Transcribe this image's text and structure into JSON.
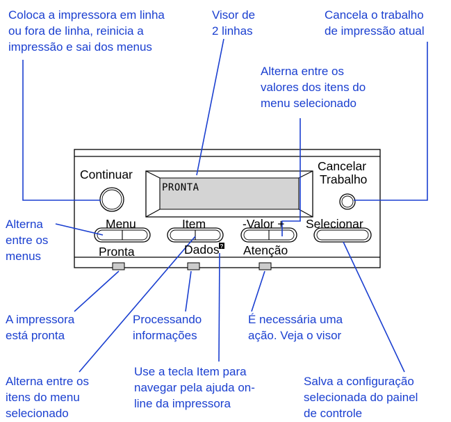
{
  "panel": {
    "display_text": "PRONTA",
    "buttons": {
      "continuar": "Continuar",
      "cancelar_line1": "Cancelar",
      "cancelar_line2": "Trabalho",
      "menu": "Menu",
      "item": "Item",
      "valor": "-Valor +",
      "selecionar": "Selecionar"
    },
    "indicators": {
      "pronta": "Pronta",
      "dados": "Dados",
      "atencao": "Atenção"
    }
  },
  "callouts": {
    "continuar_desc": "Coloca a impressora em linha\nou fora de linha, reinicia a\nimpressão e sai dos menus",
    "visor_desc": "Visor de\n2 linhas",
    "cancelar_desc": "Cancela o trabalho\nde impressão atual",
    "valor_desc": "Alterna entre os\nvalores dos itens do\nmenu selecionado",
    "menu_desc": "Alterna\nentre os\nmenus",
    "pronta_desc": "A impressora\nestá pronta",
    "dados_desc": "Processando\ninformações",
    "atencao_desc": "É necessária uma\nação. Veja o visor",
    "item_desc": "Alterna entre os\nitens do menu\nselecionado",
    "help_desc": "Use a tecla Item para\nnavegar pela ajuda on-\nline da impressora",
    "selecionar_desc": "Salva a configuração\nselecionada do painel\nde controle"
  },
  "colors": {
    "callout_text": "#1a3fd0",
    "leader_line": "#1a3fd0",
    "panel_line": "#000000",
    "display_fill": "#d4d4d4",
    "indicator_fill": "#cccccc"
  },
  "icons": {
    "help": "help-icon"
  }
}
